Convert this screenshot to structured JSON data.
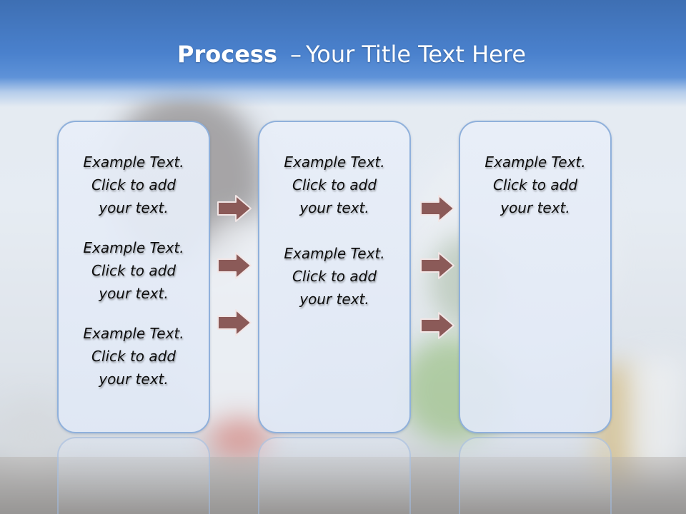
{
  "slide": {
    "title_bold": "Process",
    "title_separator": "–",
    "title_rest": "Your Title Text Here"
  },
  "columns": [
    {
      "items": [
        {
          "line1": "Example Text.",
          "line2": "Click  to add",
          "line3": "your text."
        },
        {
          "line1": "Example Text.",
          "line2": "Click  to add",
          "line3": "your text."
        },
        {
          "line1": "Example Text.",
          "line2": "Click  to add",
          "line3": "your text."
        }
      ]
    },
    {
      "items": [
        {
          "line1": "Example Text.",
          "line2": "Click  to add",
          "line3": "your text."
        },
        {
          "line1": "Example Text.",
          "line2": "Click  to add",
          "line3": "your text."
        }
      ]
    },
    {
      "items": [
        {
          "line1": "Example Text.",
          "line2": "Click  to add",
          "line3": "your text."
        }
      ]
    }
  ],
  "colors": {
    "header": "#4a81cd",
    "box_border": "#8fb0db",
    "arrow_fill": "#8b5a58",
    "arrow_stroke": "#f2e6e6"
  },
  "icons": {
    "connector": "right-arrow-icon"
  }
}
